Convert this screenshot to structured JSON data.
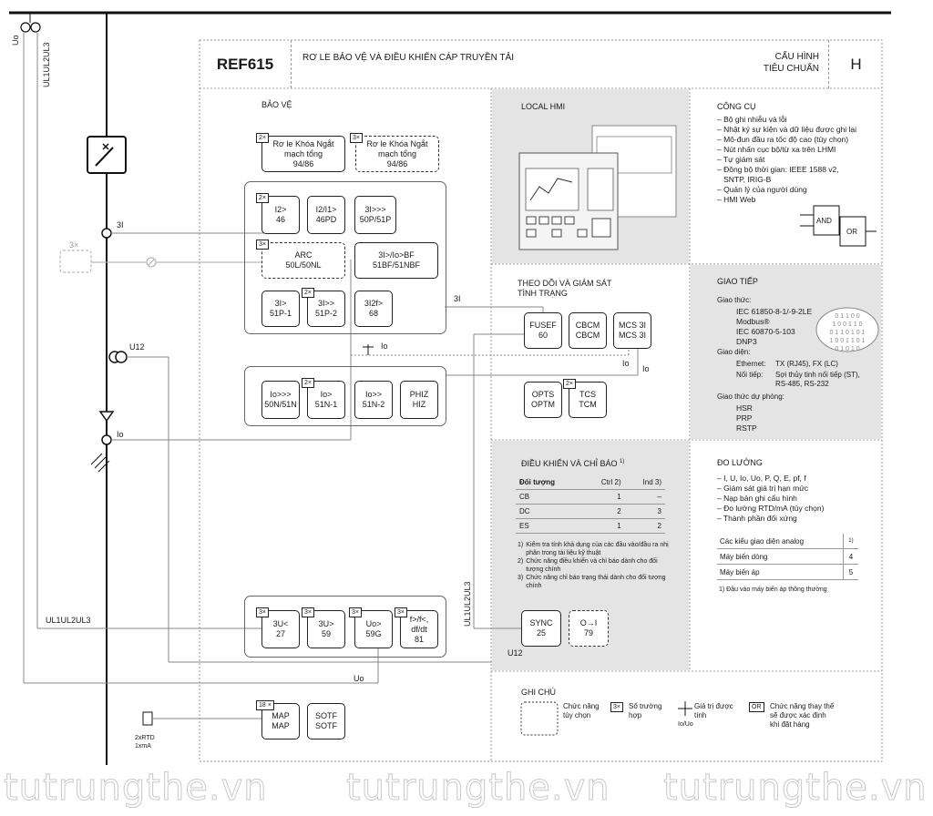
{
  "title_block": {
    "model": "REF615",
    "title": "RƠ LE BẢO VỆ VÀ ĐIỀU KHIỂN CÁP TRUYỀN TẢI",
    "config_line1": "CẤU HÌNH",
    "config_line2": "TIÊU CHUẨN",
    "config_code": "H"
  },
  "protection": {
    "heading": "BẢO VỆ",
    "busbar_trip": [
      {
        "mult": "2×",
        "label": "Rơ le Khóa Ngắt\nmạch tổng\n94/86"
      },
      {
        "mult": "3×",
        "label": "Rơ le Khóa Ngắt\nmạch tổng\n94/86"
      }
    ],
    "overcurrent": [
      {
        "mult": "2×",
        "label": "I2>\n46"
      },
      {
        "label": "I2/I1>\n46PD"
      },
      {
        "label": "3I>>>\n50P/51P"
      },
      {
        "mult": "3×",
        "label": "ARC\n50L/50NL"
      },
      {
        "label": "3I>/Io>BF\n51BF/51NBF"
      },
      {
        "label": "3I>\n51P-1"
      },
      {
        "mult": "2×",
        "label": "3I>>\n51P-2"
      },
      {
        "label": "3I2f>\n68"
      }
    ],
    "earth_fault": [
      {
        "label": "Io>>>\n50N/51N"
      },
      {
        "mult": "2×",
        "label": "Io>\n51N-1"
      },
      {
        "label": "Io>>\n51N-2"
      },
      {
        "label": "PHIZ\nHIZ"
      }
    ],
    "voltage": [
      {
        "mult": "3×",
        "label": "3U<\n27"
      },
      {
        "mult": "3×",
        "label": "3U>\n59"
      },
      {
        "mult": "3×",
        "label": "Uo>\n59G"
      },
      {
        "mult": "3×",
        "label": "f>/f<,\ndf/dt\n81"
      }
    ],
    "map": {
      "mult": "18 ×",
      "label": "MAP\nMAP"
    },
    "sotf": {
      "label": "SOTF\nSOTF"
    }
  },
  "signals": {
    "uo_top": "Uo",
    "ul_top": "UL1UL2UL3",
    "three_i": "3I",
    "three_x": "3×",
    "u12": "U12",
    "io": "Io",
    "ul_bottom": "UL1UL2UL3",
    "uo_bottom": "Uo",
    "rtd_label1": "2xRTD",
    "rtd_label2": "1xmA",
    "three_i_right": "3I",
    "io_a": "Io",
    "io_b": "Io",
    "io_c": "Io",
    "ul_vert": "UL1UL2UL3",
    "u12_bottom": "U12"
  },
  "local_hmi": {
    "heading": "LOCAL  HMI"
  },
  "condition_monitoring": {
    "heading_l1": "THEO DÕI VÀ GIÁM SÁT",
    "heading_l2": "TÌNH TRẠNG",
    "functions": [
      {
        "label": "FUSEF\n60"
      },
      {
        "label": "CBCM\nCBCM"
      },
      {
        "label": "MCS 3I\nMCS 3I"
      },
      {
        "label": "OPTS\nOPTM"
      },
      {
        "mult": "2×",
        "label": "TCS\nTCM"
      }
    ]
  },
  "control": {
    "heading": "ĐIỀU KHIỂN VÀ CHỈ BÁO",
    "heading_sup": "1)",
    "columns": [
      "Đối tượng",
      "Ctrl 2)",
      "Ind 3)"
    ],
    "rows": [
      [
        "CB",
        "1",
        "–"
      ],
      [
        "DC",
        "2",
        "3"
      ],
      [
        "ES",
        "1",
        "2"
      ]
    ],
    "notes": [
      {
        "mark": "1)",
        "text": "Kiểm tra tính khả dụng của các đầu vào/đầu ra nhị phân trong tài liệu kỹ thuật"
      },
      {
        "mark": "2)",
        "text": "Chức năng điều khiển và chỉ báo dành cho đối tượng chính"
      },
      {
        "mark": "3)",
        "text": "Chức năng chỉ báo trạng thái dành cho đối tượng chính"
      }
    ],
    "sync": {
      "label": "SYNC\n25"
    },
    "oi": {
      "label": "O→I\n79"
    }
  },
  "tools": {
    "heading": "CÔNG CỤ",
    "items": [
      "– Bộ ghi nhiễu và lỗi",
      "– Nhật ký sự kiện và dữ liệu được ghi lại",
      "– Mô-đun đầu ra tốc độ cao (tùy chọn)",
      "– Nút nhấn cục bộ/từ xa trên LHMI",
      "– Tự giám sát",
      "– Đồng bộ thời gian: IEEE 1588 v2,",
      "   SNTP, IRIG-B",
      "– Quản lý của người dùng",
      "– HMI Web"
    ],
    "and_label": "AND",
    "or_label": "OR"
  },
  "communication": {
    "heading": "GIAO TIẾP",
    "protocols_label": "Giao thức:",
    "protocols": [
      "IEC 61850-8-1/-9-2LE",
      "Modbus®",
      "IEC 60870-5-103",
      "DNP3"
    ],
    "interfaces_label": "Giao diện:",
    "ethernet_label": "Ethernet:",
    "ethernet_value": "TX (RJ45), FX (LC)",
    "serial_label": "Nối tiếp:",
    "serial_value1": "Sợi thủy tinh nối tiếp (ST),",
    "serial_value2": "RS-485, RS-232",
    "redundancy_label": "Giao thức dự phòng:",
    "redundancy": [
      "HSR",
      "PRP",
      "RSTP"
    ],
    "binary_rows": [
      "0 1 1 0 0",
      "1 0 0 1 1 0",
      "0 1 1 0 1 0 1",
      "1 0 0 1 1 0 1",
      "0 1 0 1 0"
    ]
  },
  "measurement": {
    "heading": "ĐO LƯỜNG",
    "items": [
      "– I, U, Io, Uo, P, Q, E, pf, f",
      "– Giám sát giá trị hạn mức",
      "– Nạp bản ghi cấu hình",
      "– Đo lường RTD/mA (tùy chọn)",
      "– Thành phần đối xứng"
    ],
    "analog_rows": [
      [
        "Các kiểu giao diện analog",
        "1)"
      ],
      [
        "Máy biến dòng",
        "4"
      ],
      [
        "Máy biến áp",
        "5"
      ]
    ],
    "footnote": "1)  Đầu vào máy biến áp thông thường"
  },
  "legend": {
    "heading": "GHI CHÚ",
    "optional": "Chức năng\ntùy chọn",
    "mult_symbol": "3×",
    "instances": "Số trường\nhợp",
    "calc_value": "Giá trị được\ntính",
    "calc_sub": "Io/Uo",
    "or_symbol": "OR",
    "alt_function": "Chức năng thay thế\nsẽ được xác định\nkhi đặt hàng"
  },
  "watermark": "tutrungthe.vn"
}
